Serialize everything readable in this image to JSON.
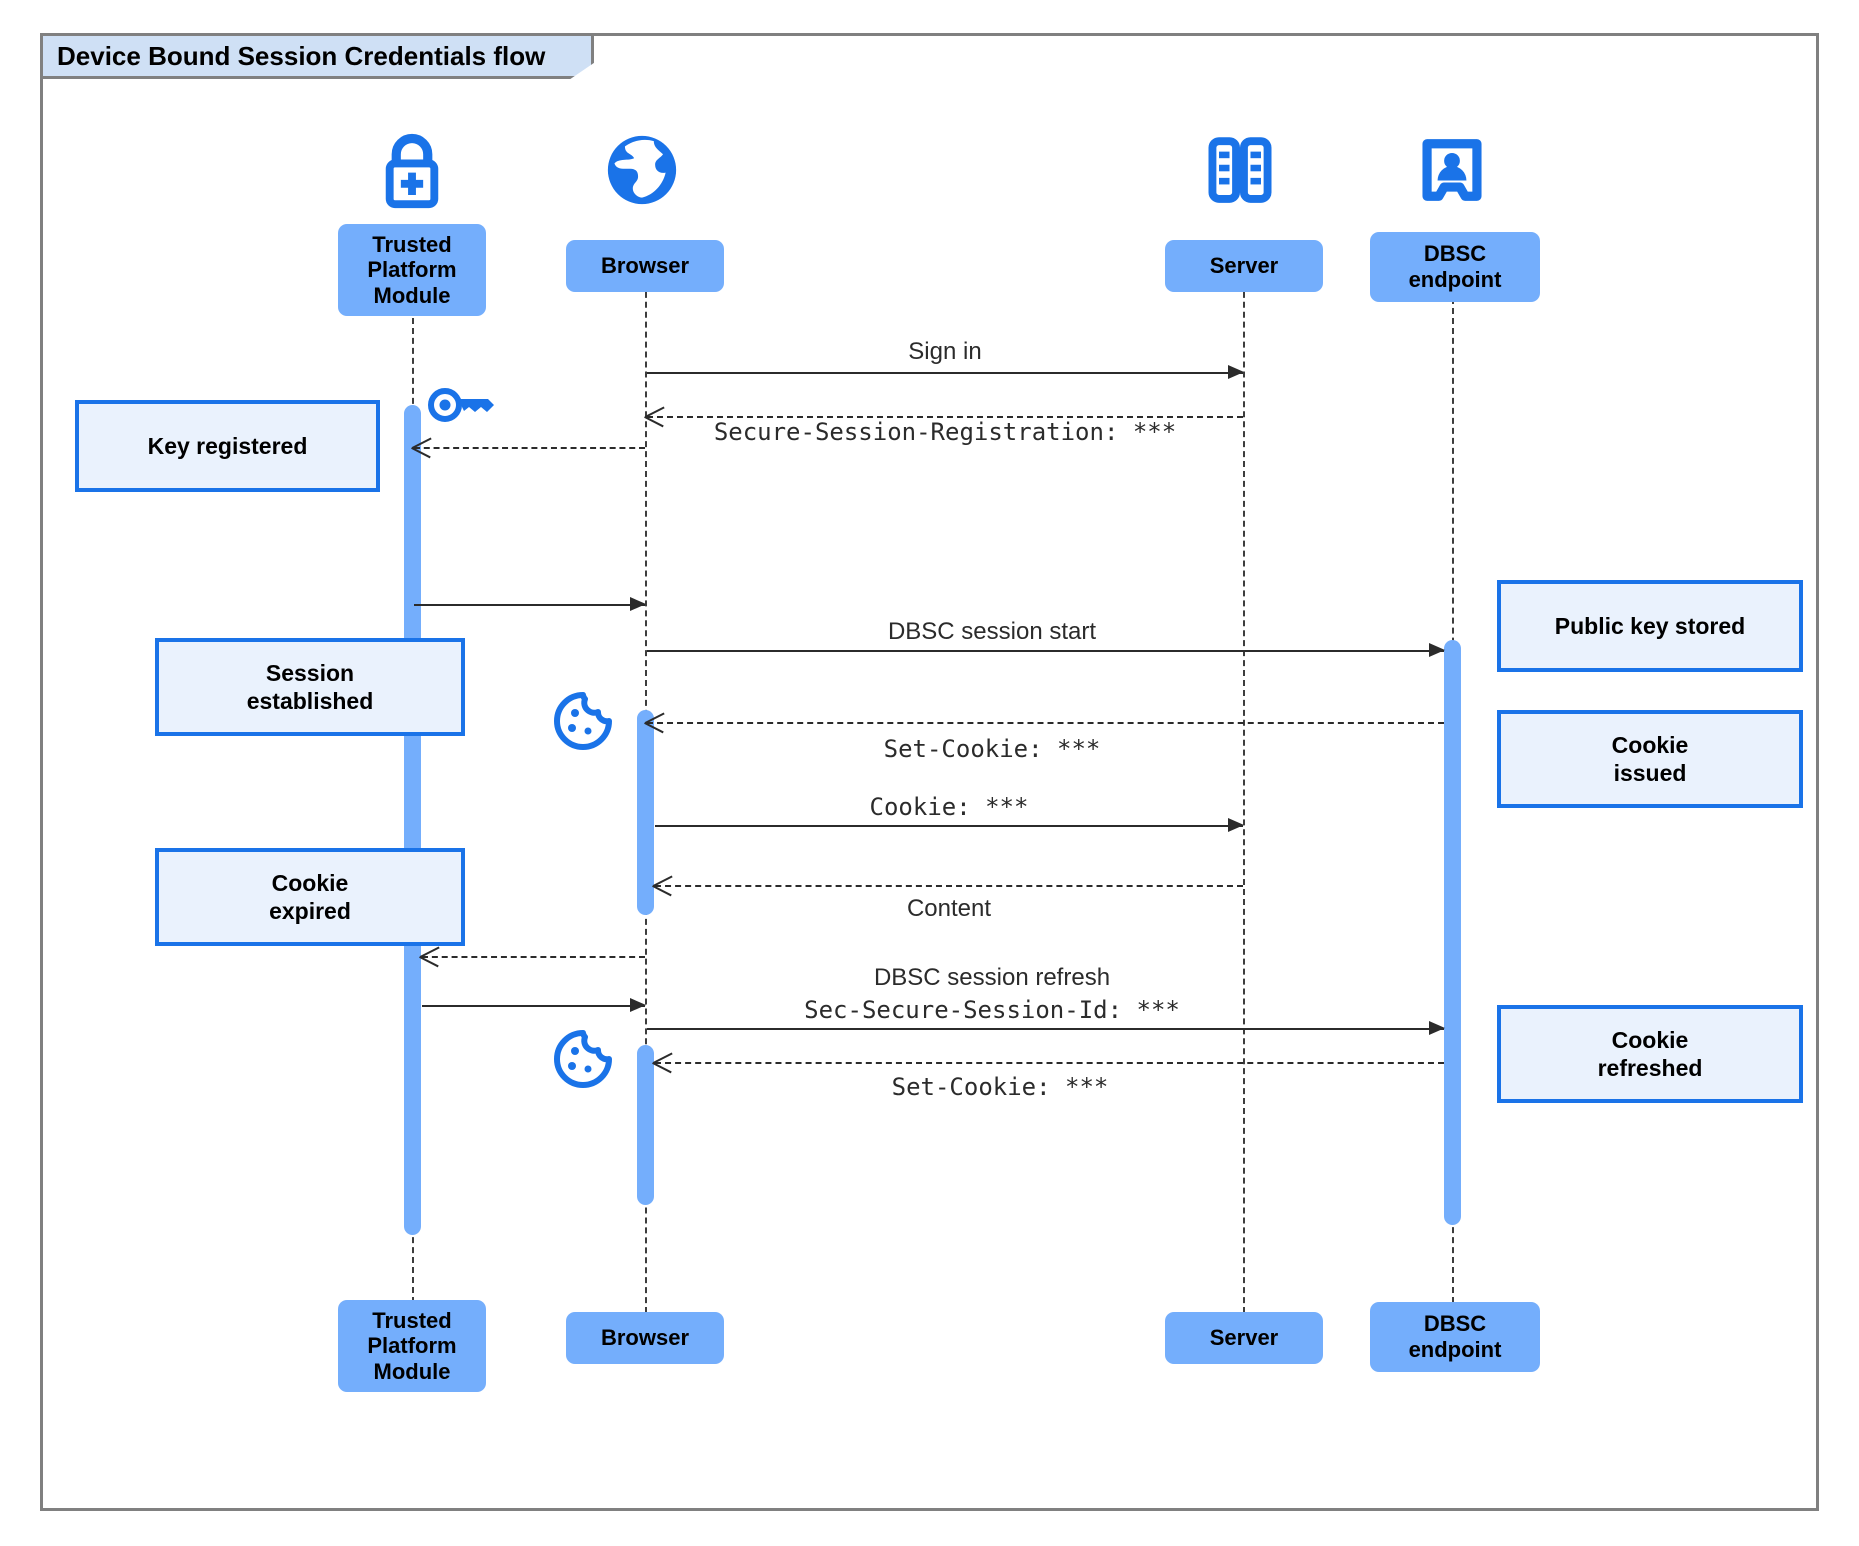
{
  "frame": {
    "title": "Device Bound Session Credentials flow"
  },
  "colors": {
    "participant_fill": "#74aefc",
    "note_fill": "#eaf2fd",
    "note_border": "#1a73e8",
    "icon_blue": "#1a73e8",
    "frame_border": "#808080",
    "title_fill": "#cfe0f5",
    "line": "#2b2b2b"
  },
  "participants": [
    {
      "id": "tpm",
      "label": "Trusted\nPlatform\nModule",
      "icon": "padlock-plus-icon"
    },
    {
      "id": "browser",
      "label": "Browser",
      "icon": "globe-icon"
    },
    {
      "id": "server",
      "label": "Server",
      "icon": "server-rack-icon"
    },
    {
      "id": "dbsc",
      "label": "DBSC\nendpoint",
      "icon": "id-badge-person-icon"
    }
  ],
  "messages": [
    {
      "id": "m1",
      "label": "Sign in",
      "style": "sans",
      "from": "browser",
      "to": "server",
      "kind": "call"
    },
    {
      "id": "m2",
      "label": "Secure-Session-Registration: ***",
      "style": "mono",
      "from": "server",
      "to": "browser",
      "kind": "return"
    },
    {
      "id": "m3",
      "label": "",
      "style": "sans",
      "from": "server",
      "to": "tpm",
      "kind": "return"
    },
    {
      "id": "m4",
      "label": "",
      "style": "sans",
      "from": "tpm",
      "to": "browser",
      "kind": "call"
    },
    {
      "id": "m5",
      "label": "DBSC session start",
      "style": "sans",
      "from": "browser",
      "to": "dbsc",
      "kind": "call"
    },
    {
      "id": "m6",
      "label": "Set-Cookie: ***",
      "style": "mono",
      "from": "dbsc",
      "to": "browser",
      "kind": "return"
    },
    {
      "id": "m7",
      "label": "Cookie: ***",
      "style": "mono",
      "from": "browser",
      "to": "server",
      "kind": "call"
    },
    {
      "id": "m8",
      "label": "Content",
      "style": "sans",
      "from": "server",
      "to": "browser",
      "kind": "return"
    },
    {
      "id": "m9",
      "label": "",
      "style": "sans",
      "from": "browser",
      "to": "tpm",
      "kind": "return"
    },
    {
      "id": "m10",
      "label": "DBSC session refresh",
      "style": "sans",
      "from": "tpm",
      "to": "browser",
      "kind": "call"
    },
    {
      "id": "m11",
      "label": "Sec-Secure-Session-Id: ***",
      "style": "mono",
      "from": "browser",
      "to": "dbsc",
      "kind": "call"
    },
    {
      "id": "m12",
      "label": "Set-Cookie: ***",
      "style": "mono",
      "from": "dbsc",
      "to": "browser",
      "kind": "return"
    }
  ],
  "notes": [
    {
      "id": "n1",
      "text": "Key registered",
      "side": "left"
    },
    {
      "id": "n2",
      "text": "Session\nestablished",
      "side": "left"
    },
    {
      "id": "n3",
      "text": "Cookie\nexpired",
      "side": "left"
    },
    {
      "id": "n4",
      "text": "Public key stored",
      "side": "right"
    },
    {
      "id": "n5",
      "text": "Cookie\nissued",
      "side": "right"
    },
    {
      "id": "n6",
      "text": "Cookie\nrefreshed",
      "side": "right"
    }
  ],
  "inline_icons": [
    {
      "id": "key",
      "name": "key-icon",
      "near": "tpm"
    },
    {
      "id": "cookie1",
      "name": "cookie-icon",
      "near": "browser"
    },
    {
      "id": "cookie2",
      "name": "cookie-icon",
      "near": "browser"
    }
  ]
}
